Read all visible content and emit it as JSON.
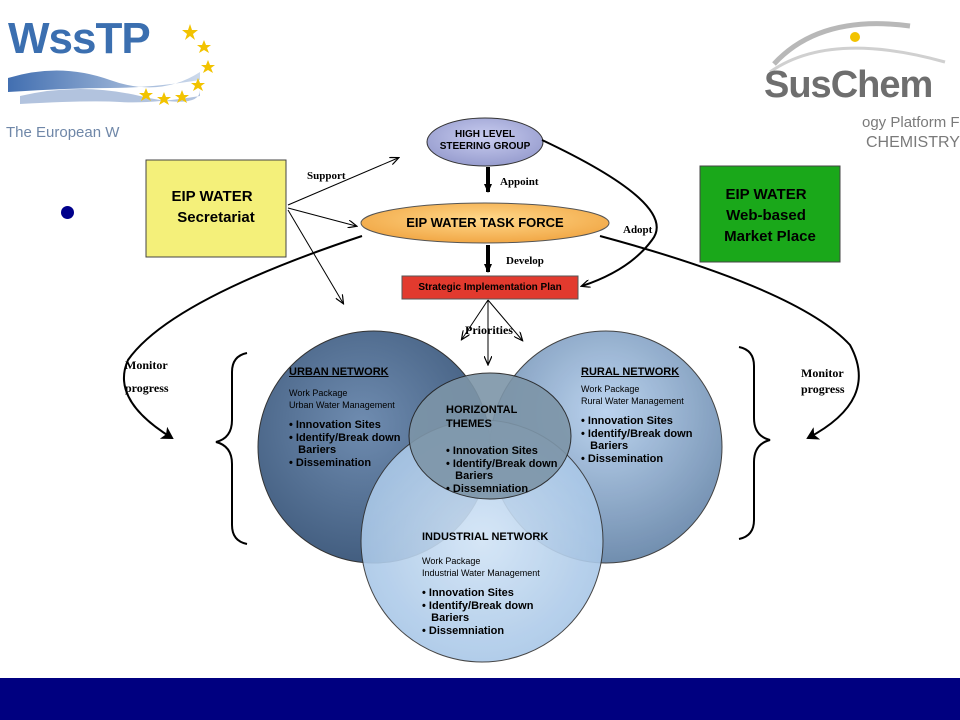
{
  "colors": {
    "footer_bar": "#000080",
    "wsstp_blue": "#3b6fb0",
    "star_yellow": "#f2c300",
    "suschem_grey": "#6e6e6e",
    "secretariat_fill": "#f4f07a",
    "marketplace_fill": "#1aa81a",
    "taskforce_fill": "#f5b85a",
    "steering_fill": "#a9aedb",
    "plan_fill": "#e23a2e",
    "urban_fill": "#4f6d92",
    "rural_fill": "#8fb3dc",
    "industrial_fill": "#b6d3f0",
    "horizontal_fill": "#7d95a8",
    "bullet_blue": "#00008b"
  },
  "logos": {
    "wsstp": {
      "name": "WssTP",
      "tagline": "The European W"
    },
    "suschem": {
      "name": "SusChem",
      "tagline_1": "ogy Platform For",
      "tagline_2": "CHEMISTRY"
    }
  },
  "diagram": {
    "steering_group": {
      "line1": "HIGH LEVEL",
      "line2": "STEERING GROUP"
    },
    "task_force": "EIP WATER TASK FORCE",
    "plan": "Strategic Implementation Plan",
    "secretariat": {
      "line1": "EIP WATER",
      "line2": "Secretariat"
    },
    "marketplace": {
      "line1": "EIP WATER",
      "line2": "Web-based",
      "line3": "Market Place"
    },
    "labels": {
      "support": "Support",
      "appoint": "Appoint",
      "adopt": "Adopt",
      "develop": "Develop",
      "priorities": "Priorities",
      "monitor_left_1": "Monitor",
      "monitor_left_2": "progress",
      "monitor_right_1": "Monitor",
      "monitor_right_2": "progress"
    },
    "urban": {
      "title": "URBAN NETWORK",
      "wp1": "Work Package",
      "wp2": "Urban Water Management",
      "b1": "• Innovation Sites",
      "b2": "• Identify/Break down",
      "b3": "   Bariers",
      "b4": "• Dissemination"
    },
    "rural": {
      "title": "RURAL NETWORK",
      "wp1": "Work Package",
      "wp2": "Rural Water Management",
      "b1": "• Innovation Sites",
      "b2": "• Identify/Break down",
      "b3": "   Bariers",
      "b4": "• Dissemination"
    },
    "horizontal": {
      "title1": "HORIZONTAL",
      "title2": "THEMES",
      "b1": "• Innovation Sites",
      "b2": "• Identify/Break down",
      "b3": "   Bariers",
      "b4": "• Dissemniation"
    },
    "industrial": {
      "title": "INDUSTRIAL NETWORK",
      "wp1": "Work Package",
      "wp2": "Industrial Water Management",
      "b1": "• Innovation Sites",
      "b2": "• Identify/Break down",
      "b3": "   Bariers",
      "b4": "• Dissemniation"
    }
  }
}
